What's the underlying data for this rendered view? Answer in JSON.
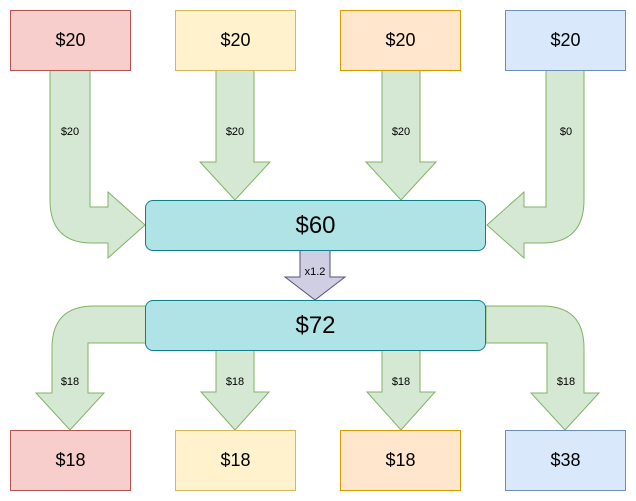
{
  "inputs": [
    {
      "value": "$20",
      "fill": "#f8cecc",
      "stroke": "#b85450"
    },
    {
      "value": "$20",
      "fill": "#fff2cc",
      "stroke": "#d6b656"
    },
    {
      "value": "$20",
      "fill": "#ffe6cc",
      "stroke": "#d79b00"
    },
    {
      "value": "$20",
      "fill": "#dae8fc",
      "stroke": "#6c8ebf"
    }
  ],
  "input_flows": [
    "$20",
    "$20",
    "$20",
    "$0"
  ],
  "pool": {
    "value": "$60",
    "fill": "#b0e3e6",
    "stroke": "#0e8088"
  },
  "multiplier": {
    "label": "x1.2",
    "fill": "#d0cee2",
    "stroke": "#56517e"
  },
  "total": {
    "value": "$72",
    "fill": "#b0e3e6",
    "stroke": "#0e8088"
  },
  "output_flows": [
    "$18",
    "$18",
    "$18",
    "$18"
  ],
  "outputs": [
    {
      "value": "$18",
      "fill": "#f8cecc",
      "stroke": "#b85450"
    },
    {
      "value": "$18",
      "fill": "#fff2cc",
      "stroke": "#d6b656"
    },
    {
      "value": "$18",
      "fill": "#ffe6cc",
      "stroke": "#d79b00"
    },
    {
      "value": "$38",
      "fill": "#dae8fc",
      "stroke": "#6c8ebf"
    }
  ],
  "arrow_color": {
    "fill": "#d5e8d4",
    "stroke": "#82b366"
  }
}
